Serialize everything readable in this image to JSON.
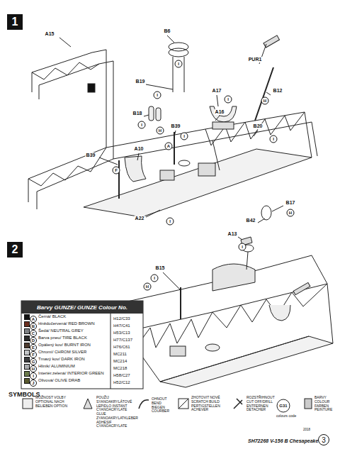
{
  "diagram": {
    "nodes": [
      {
        "text": [
          "1"
        ]
      },
      {
        "text": [
          "2"
        ]
      },
      {
        "text": [
          "Barvy GUNZE/ GUNZE Colour No."
        ]
      },
      {
        "text": [
          "3"
        ]
      }
    ],
    "labels": [
      "A15",
      "B6",
      "PUR1",
      "B19",
      "A17",
      "B12",
      "A16",
      "B18",
      "B39",
      "B20",
      "A10",
      "B39",
      "A22",
      "B17",
      "B42",
      "A13",
      "B15",
      "I",
      "I",
      "H",
      "I",
      "I",
      "H",
      "I",
      "A",
      "F",
      "I",
      "I",
      "H",
      "I",
      "I",
      "H",
      "A",
      "B",
      "C",
      "D",
      "E",
      "F",
      "G",
      "H",
      "I",
      "J",
      "SYMBOLS",
      "MOŽNOST VOLBY OPTIONAL NACH BELIEBEN OPTION",
      "POUŽIJ SYANOAKRYLÁTOVÉ LEPIDLO INSTANT CYANOACRYLATE GLUE ZYANOAKRYLATKLEBER ADHESIF CYANOACRYLATE",
      "OHNOUT BEND BIEGEN COURBER",
      "ZHOTOVIT NOVÉ SCRATCH BUILD PERTIGSTELLEN ACHEVER",
      "ROZSTŘIHNOUT CUT OFF/DRILL ENTFERNEN DETACHER",
      "G31",
      "colours code",
      "BARVY COLOUR FARBEN PEINTURE",
      "SH72268 V-156 B Chesapeake",
      "2018",
      "H12/C33",
      "H47/C41",
      "H53/C13",
      "H77/C137",
      "H76/C61",
      "MC211",
      "MC214",
      "MC218",
      "H58/C27",
      "H52/C12"
    ],
    "legend": [
      {
        "text": "Černá/ BLACK",
        "color": "#111111"
      },
      {
        "text": "Hnědočervená/ RED BROWN",
        "color": "#6b2e1e"
      },
      {
        "text": "Šedá/ NEUTRAL GREY",
        "color": "#7f8285"
      },
      {
        "text": "Barva pneu/ TIRE BLACK",
        "color": "#2a2a2a"
      },
      {
        "text": "Opálený kov/ BURNT IRON",
        "color": "#4d3b2f"
      },
      {
        "text": "Chromí/ CHROM SILVER",
        "color": "#c4c6c8"
      },
      {
        "text": "Tmavý kov/ DARK IRON",
        "color": "#3c3d3f"
      },
      {
        "text": "Hliník/ ALUMINIUM",
        "color": "#a9abae"
      },
      {
        "text": "Interiér.zelená/ INTERIOR GREEN",
        "color": "#6b7a4a"
      },
      {
        "text": "Olivová/ OLIVE DRAB",
        "color": "#5a5a2e"
      }
    ]
  }
}
